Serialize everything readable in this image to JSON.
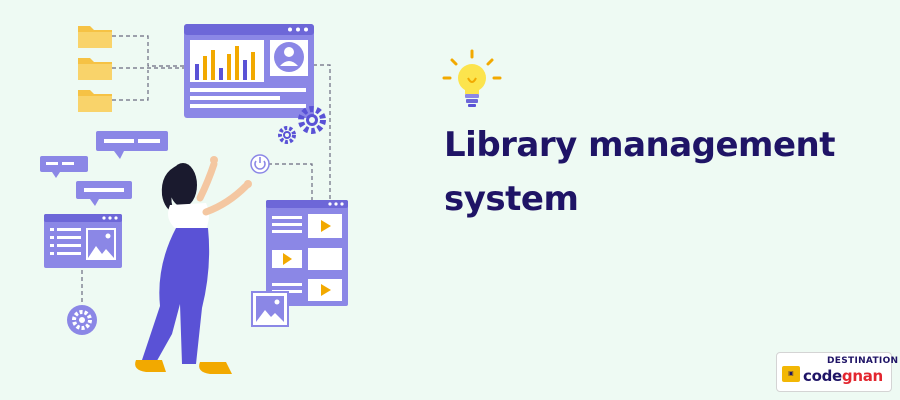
{
  "hero": {
    "title": "Library management system"
  },
  "logo": {
    "top_text": "DESTINATION",
    "brand_part1": "code",
    "brand_part2": "gnan"
  },
  "colors": {
    "background": "#eefaf3",
    "title": "#1f1466",
    "illustration_purple": "#8b87e6",
    "folder_yellow": "#f6c244",
    "bar_orange": "#f2a900",
    "bar_blue": "#5a52d6",
    "logo_red": "#e3262f"
  },
  "icons": [
    "lightbulb-icon",
    "folder-icon",
    "gear-icon",
    "power-icon",
    "play-icon",
    "image-icon",
    "avatar-icon"
  ]
}
